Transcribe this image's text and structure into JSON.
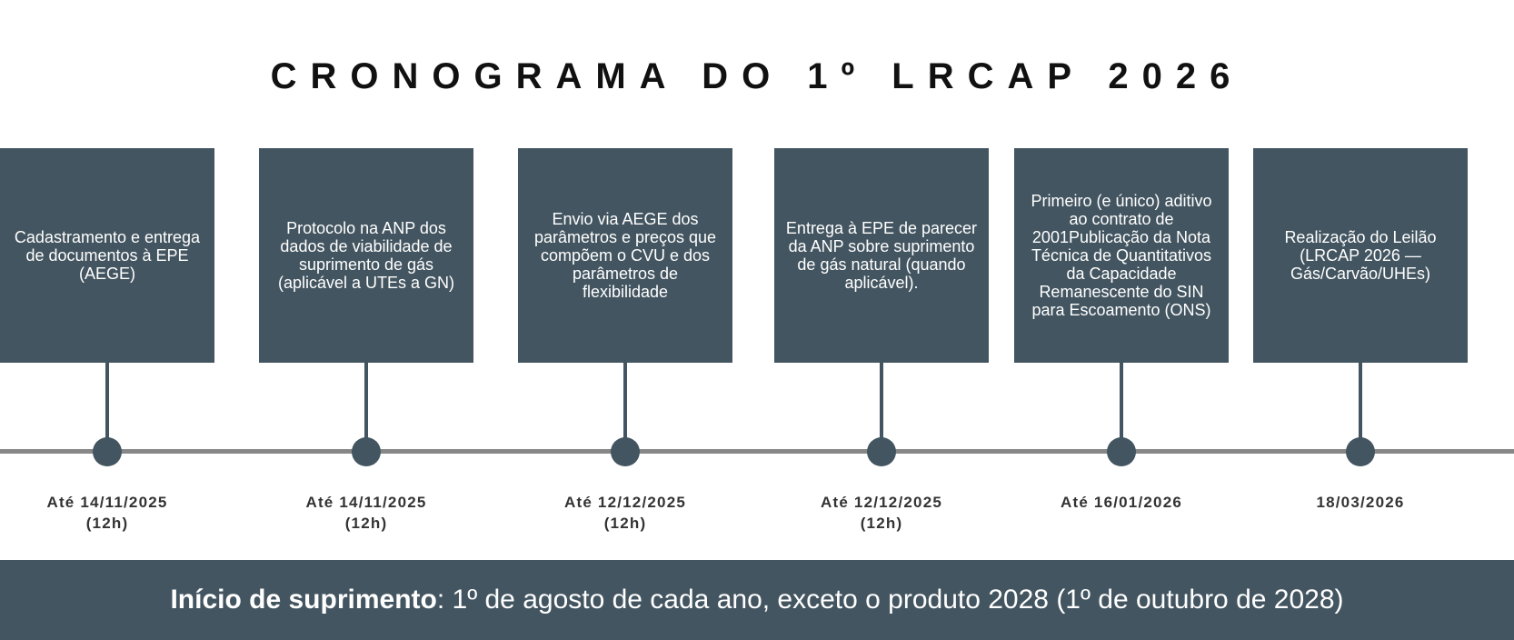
{
  "title": "CRONOGRAMA DO 1º LRCAP 2026",
  "steps": [
    {
      "text": "Cadastramento e entrega de documentos à EPE (AEGE)",
      "date": "Até 14/11/2025",
      "time": "(12h)"
    },
    {
      "text": "Protocolo na ANP dos dados de viabilidade de suprimento de gás (aplicável a UTEs a GN)",
      "date": "Até 14/11/2025",
      "time": "(12h)"
    },
    {
      "text": "Envio via AEGE dos parâmetros e preços que compõem o CVU e dos parâmetros de flexibilidade",
      "date": "Até 12/12/2025",
      "time": "(12h)"
    },
    {
      "text": "Entrega à EPE de parecer da ANP sobre suprimento de gás natural (quando aplicável).",
      "date": "Até 12/12/2025",
      "time": "(12h)"
    },
    {
      "text": "Primeiro (e único) aditivo ao contrato de 2001Publicação da Nota Técnica de Quantitativos da Capacidade Remanescente do SIN para Escoamento (ONS)",
      "date": "Até 16/01/2026",
      "time": ""
    },
    {
      "text": "Realização do Leilão (LRCAP 2026 — Gás/Carvão/UHEs)",
      "date": "18/03/2026",
      "time": ""
    }
  ],
  "footer": {
    "label": "Início de suprimento",
    "text": ": 1º de agosto de cada ano, exceto o produto 2028 (1º de outubro de 2028)"
  }
}
